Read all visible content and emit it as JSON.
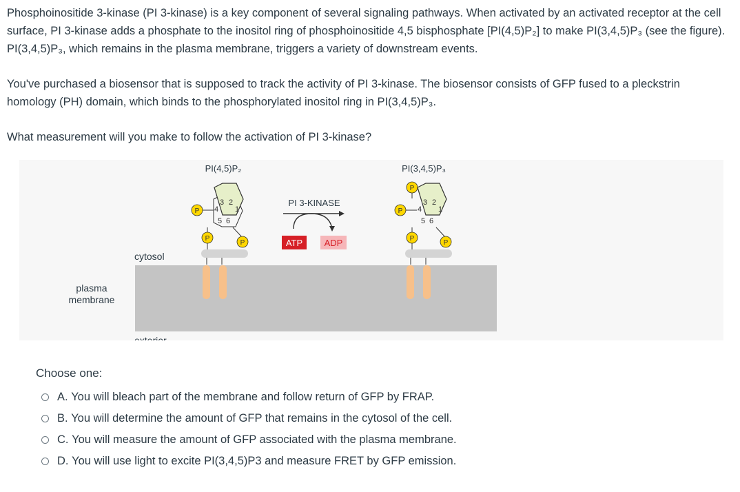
{
  "question": {
    "p1": "Phosphoinositide 3-kinase (PI 3-kinase) is a key component of several signaling pathways. When activated by an activated receptor at the cell surface, PI 3-kinase adds a phosphate to the inositol ring of phosphoinositide 4,5 bisphosphate [PI(4,5)P₂] to make PI(3,4,5)P₃ (see the figure). PI(3,4,5)P₃, which remains in the plasma membrane, triggers a variety of downstream events.",
    "p2": "You've purchased a biosensor that is supposed to track the activity of PI 3-kinase. The biosensor consists of GFP fused to a pleckstrin homology (PH) domain, which binds to the phosphorylated inositol ring in PI(3,4,5)P₃.",
    "p3": "What measurement will you make to follow the activation of PI 3-kinase?"
  },
  "figure": {
    "left_label": "PI(4,5)P₂",
    "right_label": "PI(3,4,5)P₃",
    "enzyme": "PI 3-KINASE",
    "atp": "ATP",
    "adp": "ADP",
    "cytosol": "cytosol",
    "membrane_line1": "plasma",
    "membrane_line2": "membrane",
    "exterior": "exterior",
    "phosphate": "P",
    "ring_numbers": [
      "3",
      "2",
      "4",
      "1",
      "5",
      "6"
    ],
    "colors": {
      "phosphate_fill": "#ffd700",
      "atp_fill": "#d61f26",
      "adp_fill": "#f6b6b9",
      "lipid_tail": "#f7c08a",
      "membrane": "#c4c4c4",
      "background": "#f7f7f7"
    }
  },
  "choose_label": "Choose one:",
  "options": [
    {
      "letter": "A.",
      "text": "You will bleach part of the membrane and follow return of GFP by FRAP."
    },
    {
      "letter": "B.",
      "text": "You will determine the amount of GFP that remains in the cytosol of the cell."
    },
    {
      "letter": "C.",
      "text": "You will measure the amount of GFP associated with the plasma membrane."
    },
    {
      "letter": "D.",
      "text": "You will use light to excite PI(3,4,5)P3 and measure FRET by GFP emission."
    }
  ]
}
